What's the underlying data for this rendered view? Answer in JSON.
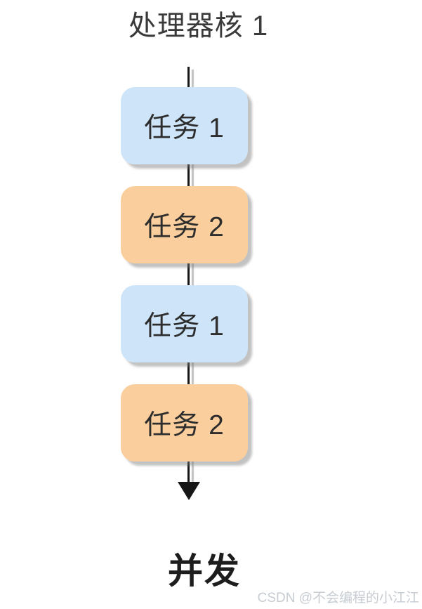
{
  "colors": {
    "task_blue": "#cee5f9",
    "task_orange": "#face9d",
    "connector_black": "#161616",
    "shadow_gray": "#a8a8a8",
    "text_dark": "#2d2d2d",
    "watermark_gray": "#c6ccd2"
  },
  "diagram": {
    "title": "处理器核 1",
    "tasks": [
      {
        "label": "任务 1",
        "fill": "blue"
      },
      {
        "label": "任务 2",
        "fill": "orange"
      },
      {
        "label": "任务 1",
        "fill": "blue"
      },
      {
        "label": "任务 2",
        "fill": "orange"
      }
    ],
    "caption": "并发"
  },
  "watermark": {
    "text": "CSDN @不会编程的小江江"
  }
}
